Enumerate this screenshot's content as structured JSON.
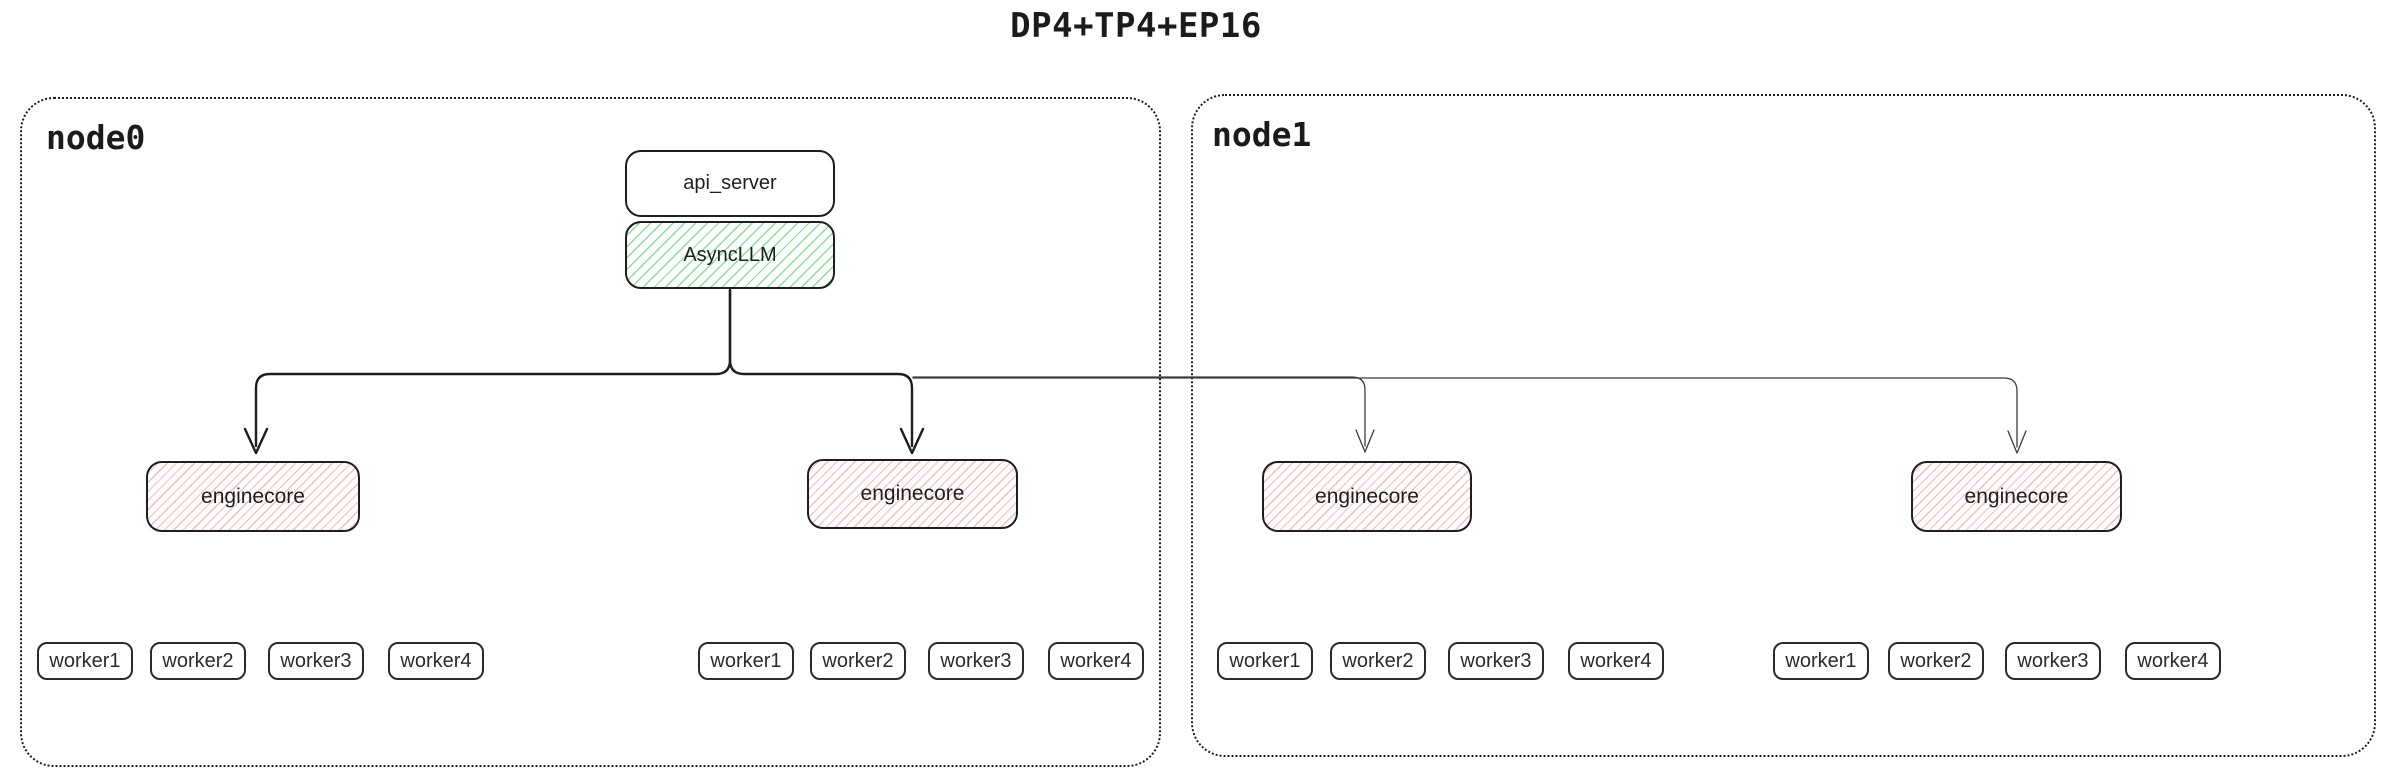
{
  "title": "DP4+TP4+EP16",
  "colors": {
    "stroke": "#1e1e1e",
    "green_hatch": "#8ae09a",
    "red_hatch": "#f6bcbc",
    "background": "#ffffff"
  },
  "nodes": [
    {
      "label": "node0",
      "api_server": {
        "label": "api_server"
      },
      "async_llm": {
        "label": "AsyncLLM"
      },
      "enginecores": [
        {
          "label": "enginecore",
          "workers": [
            "worker1",
            "worker2",
            "worker3",
            "worker4"
          ]
        },
        {
          "label": "enginecore",
          "workers": [
            "worker1",
            "worker2",
            "worker3",
            "worker4"
          ]
        }
      ]
    },
    {
      "label": "node1",
      "enginecores": [
        {
          "label": "enginecore",
          "workers": [
            "worker1",
            "worker2",
            "worker3",
            "worker4"
          ]
        },
        {
          "label": "enginecore",
          "workers": [
            "worker1",
            "worker2",
            "worker3",
            "worker4"
          ]
        }
      ]
    }
  ]
}
